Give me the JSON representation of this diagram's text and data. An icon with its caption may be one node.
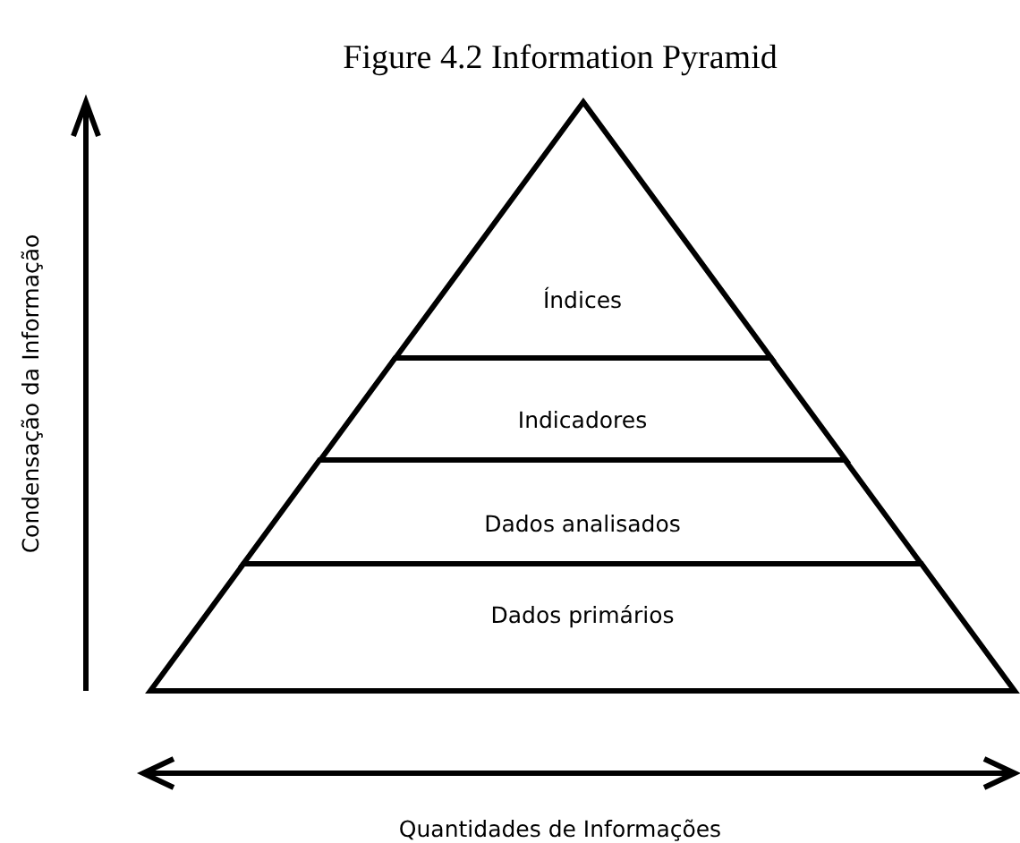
{
  "diagram": {
    "title": "Figure 4.2 Information Pyramid",
    "nodes": [
      {
        "text": [
          "Índices"
        ]
      },
      {
        "text": [
          "Indicadores"
        ]
      },
      {
        "text": [
          "Dados analisados"
        ]
      },
      {
        "text": [
          "Dados primários"
        ]
      }
    ],
    "labels": [
      "Condensação da Informação",
      "Quantidades de Informações"
    ]
  }
}
